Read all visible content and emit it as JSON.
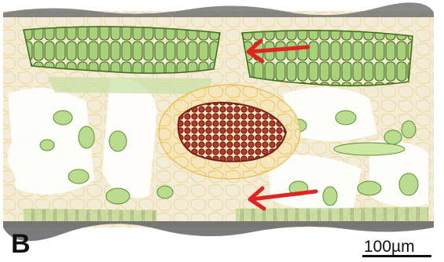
{
  "figure": {
    "panel_label": "B",
    "scale_bar_label": "100µm",
    "colors": {
      "background_tissue": "#f3ecd6",
      "cell_outline_yellow": "#e8b63a",
      "palisade_cells": "#9cc96a",
      "palisade_outline": "#3f6a1e",
      "vascular_bundle": "#a8322b",
      "arrow": "#e02424",
      "cuticle": "#5a5a5a"
    },
    "annotations": [
      {
        "type": "arrow",
        "color": "red",
        "direction": "left",
        "position": "upper-middle"
      },
      {
        "type": "arrow",
        "color": "red",
        "direction": "left",
        "position": "lower-middle"
      }
    ]
  }
}
